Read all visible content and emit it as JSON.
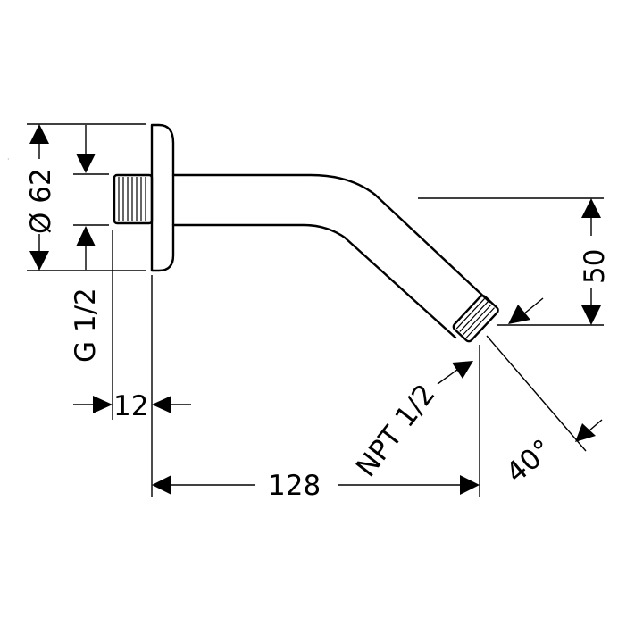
{
  "dimensions": {
    "diameter": "Ø 62",
    "thread_inlet": "G 1/2",
    "thread_length": "12",
    "projection": "128",
    "outlet_thread": "NPT 1/2",
    "drop_height": "50",
    "angle": "40°"
  }
}
